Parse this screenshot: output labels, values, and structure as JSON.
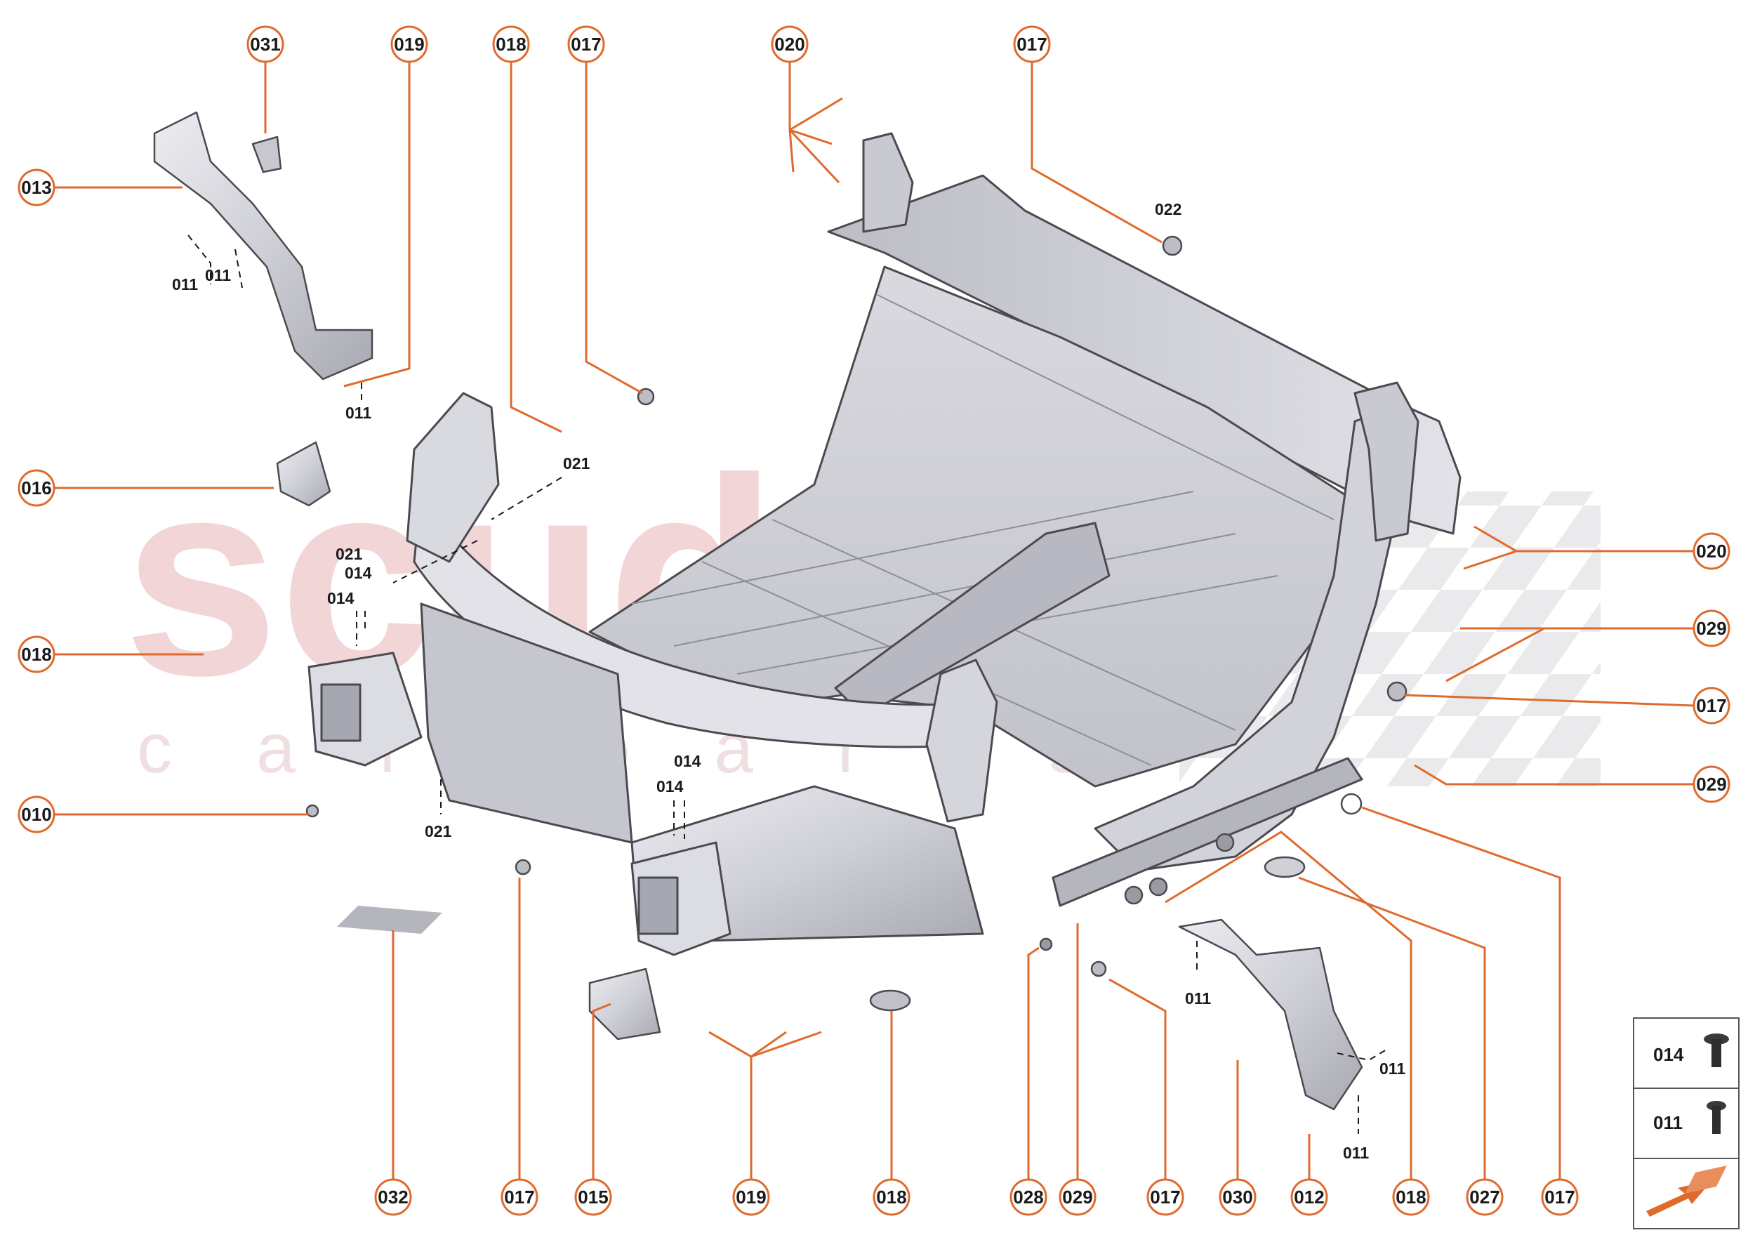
{
  "watermark": {
    "brand": "scuderia",
    "sub": "car parts"
  },
  "colors": {
    "accent": "#e06a2c",
    "part_fill": "#cfcfd6",
    "part_stroke": "#4a4a50",
    "watermark": "#e9b5b7"
  },
  "callouts": [
    {
      "id": "c031",
      "label": "031",
      "icon": "callout-circle"
    },
    {
      "id": "c019a",
      "label": "019",
      "icon": "callout-circle"
    },
    {
      "id": "c018a",
      "label": "018",
      "icon": "callout-circle"
    },
    {
      "id": "c017a",
      "label": "017",
      "icon": "callout-circle"
    },
    {
      "id": "c020a",
      "label": "020",
      "icon": "callout-circle"
    },
    {
      "id": "c017b",
      "label": "017",
      "icon": "callout-circle"
    },
    {
      "id": "c013",
      "label": "013",
      "icon": "callout-circle"
    },
    {
      "id": "c016",
      "label": "016",
      "icon": "callout-circle"
    },
    {
      "id": "c018b",
      "label": "018",
      "icon": "callout-circle"
    },
    {
      "id": "c010",
      "label": "010",
      "icon": "callout-circle"
    },
    {
      "id": "c020b",
      "label": "020",
      "icon": "callout-circle"
    },
    {
      "id": "c029a",
      "label": "029",
      "icon": "callout-circle"
    },
    {
      "id": "c017c",
      "label": "017",
      "icon": "callout-circle"
    },
    {
      "id": "c029b",
      "label": "029",
      "icon": "callout-circle"
    },
    {
      "id": "c032",
      "label": "032",
      "icon": "callout-circle"
    },
    {
      "id": "c017d",
      "label": "017",
      "icon": "callout-circle"
    },
    {
      "id": "c015",
      "label": "015",
      "icon": "callout-circle"
    },
    {
      "id": "c019b",
      "label": "019",
      "icon": "callout-circle"
    },
    {
      "id": "c018c",
      "label": "018",
      "icon": "callout-circle"
    },
    {
      "id": "c028",
      "label": "028",
      "icon": "callout-circle"
    },
    {
      "id": "c029c",
      "label": "029",
      "icon": "callout-circle"
    },
    {
      "id": "c017e",
      "label": "017",
      "icon": "callout-circle"
    },
    {
      "id": "c030",
      "label": "030",
      "icon": "callout-circle"
    },
    {
      "id": "c012",
      "label": "012",
      "icon": "callout-circle"
    },
    {
      "id": "c018d",
      "label": "018",
      "icon": "callout-circle"
    },
    {
      "id": "c027",
      "label": "027",
      "icon": "callout-circle"
    },
    {
      "id": "c017f",
      "label": "017",
      "icon": "callout-circle"
    }
  ],
  "small_labels": [
    {
      "id": "s022",
      "text": "022"
    },
    {
      "id": "s011a",
      "text": "011"
    },
    {
      "id": "s011b",
      "text": "011"
    },
    {
      "id": "s011c",
      "text": "011"
    },
    {
      "id": "s021a",
      "text": "021"
    },
    {
      "id": "s021b",
      "text": "021"
    },
    {
      "id": "s014a",
      "text": "014"
    },
    {
      "id": "s014b",
      "text": "014"
    },
    {
      "id": "s021c",
      "text": "021"
    },
    {
      "id": "s014c",
      "text": "014"
    },
    {
      "id": "s014d",
      "text": "014"
    },
    {
      "id": "s011d",
      "text": "011"
    },
    {
      "id": "s011e",
      "text": "011"
    },
    {
      "id": "s011f",
      "text": "011"
    }
  ],
  "legend": {
    "items": [
      {
        "label": "014",
        "icon": "bolt-flange-icon"
      },
      {
        "label": "011",
        "icon": "bolt-icon"
      }
    ],
    "direction_icon": "direction-arrow-icon"
  }
}
